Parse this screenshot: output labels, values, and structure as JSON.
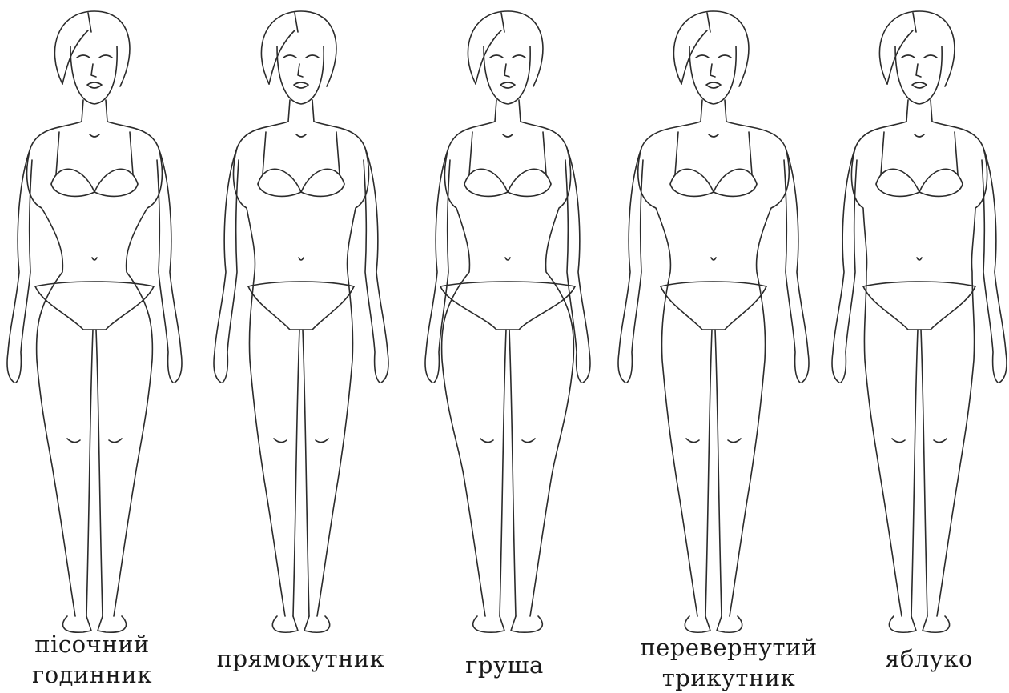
{
  "figures": [
    {
      "id": "hourglass",
      "label_lines": [
        "пісочний",
        "годинник"
      ]
    },
    {
      "id": "rectangle",
      "label_lines": [
        "прямокутник"
      ]
    },
    {
      "id": "pear",
      "label_lines": [
        "груша"
      ]
    },
    {
      "id": "inverted-triangle",
      "label_lines": [
        "перевернутий",
        "трикутник"
      ]
    },
    {
      "id": "apple",
      "label_lines": [
        "яблуко"
      ]
    }
  ],
  "colors": {
    "line": "#2b2b2b",
    "background": "#ffffff",
    "text": "#1a1a1a"
  }
}
